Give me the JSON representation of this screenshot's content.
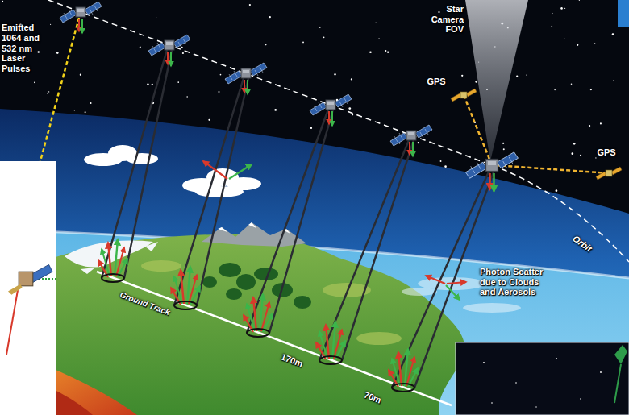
{
  "diagram": {
    "labels": [
      "Emitted 1064 and 532 nm Laser Pulses",
      "Star Camera FOV",
      "GPS",
      "GPS",
      "Orbit",
      "Photon Scatter due to Clouds and Aerosols",
      "Ground Track",
      "170m",
      "70m"
    ]
  }
}
